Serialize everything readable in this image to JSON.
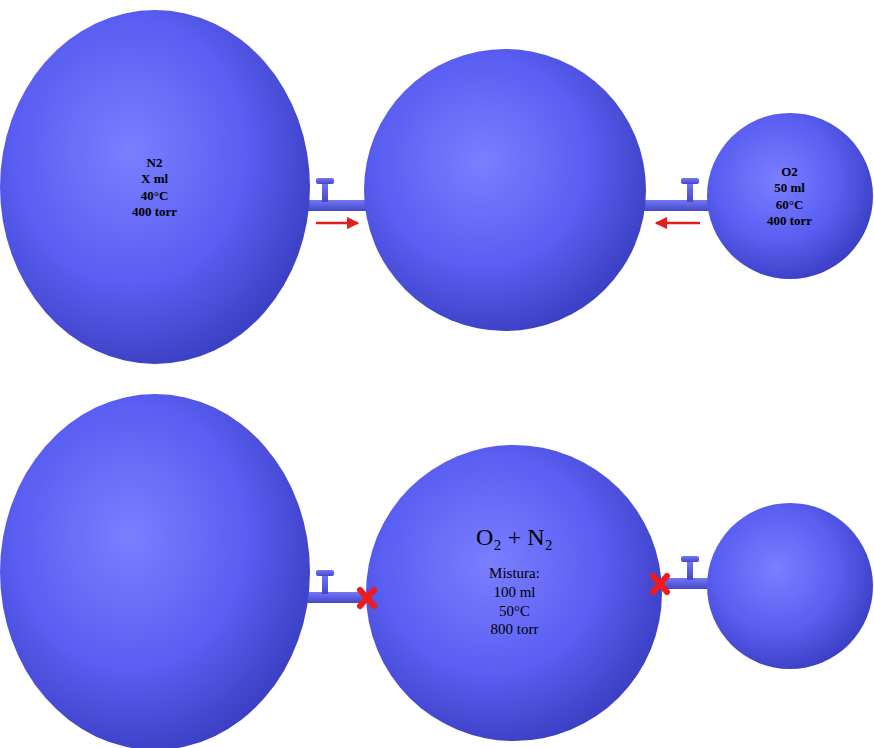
{
  "diagram": {
    "nodes": [
      {
        "text": [
          "N2",
          "X ml",
          "40°C",
          "400 torr"
        ]
      },
      {
        "text": [
          "O2",
          "50 ml",
          "60°C",
          "400 torr"
        ]
      },
      {
        "text": [
          "O₂ + N₂",
          "Mistura:",
          "100 ml",
          "50°C",
          "800 torr"
        ]
      }
    ]
  }
}
